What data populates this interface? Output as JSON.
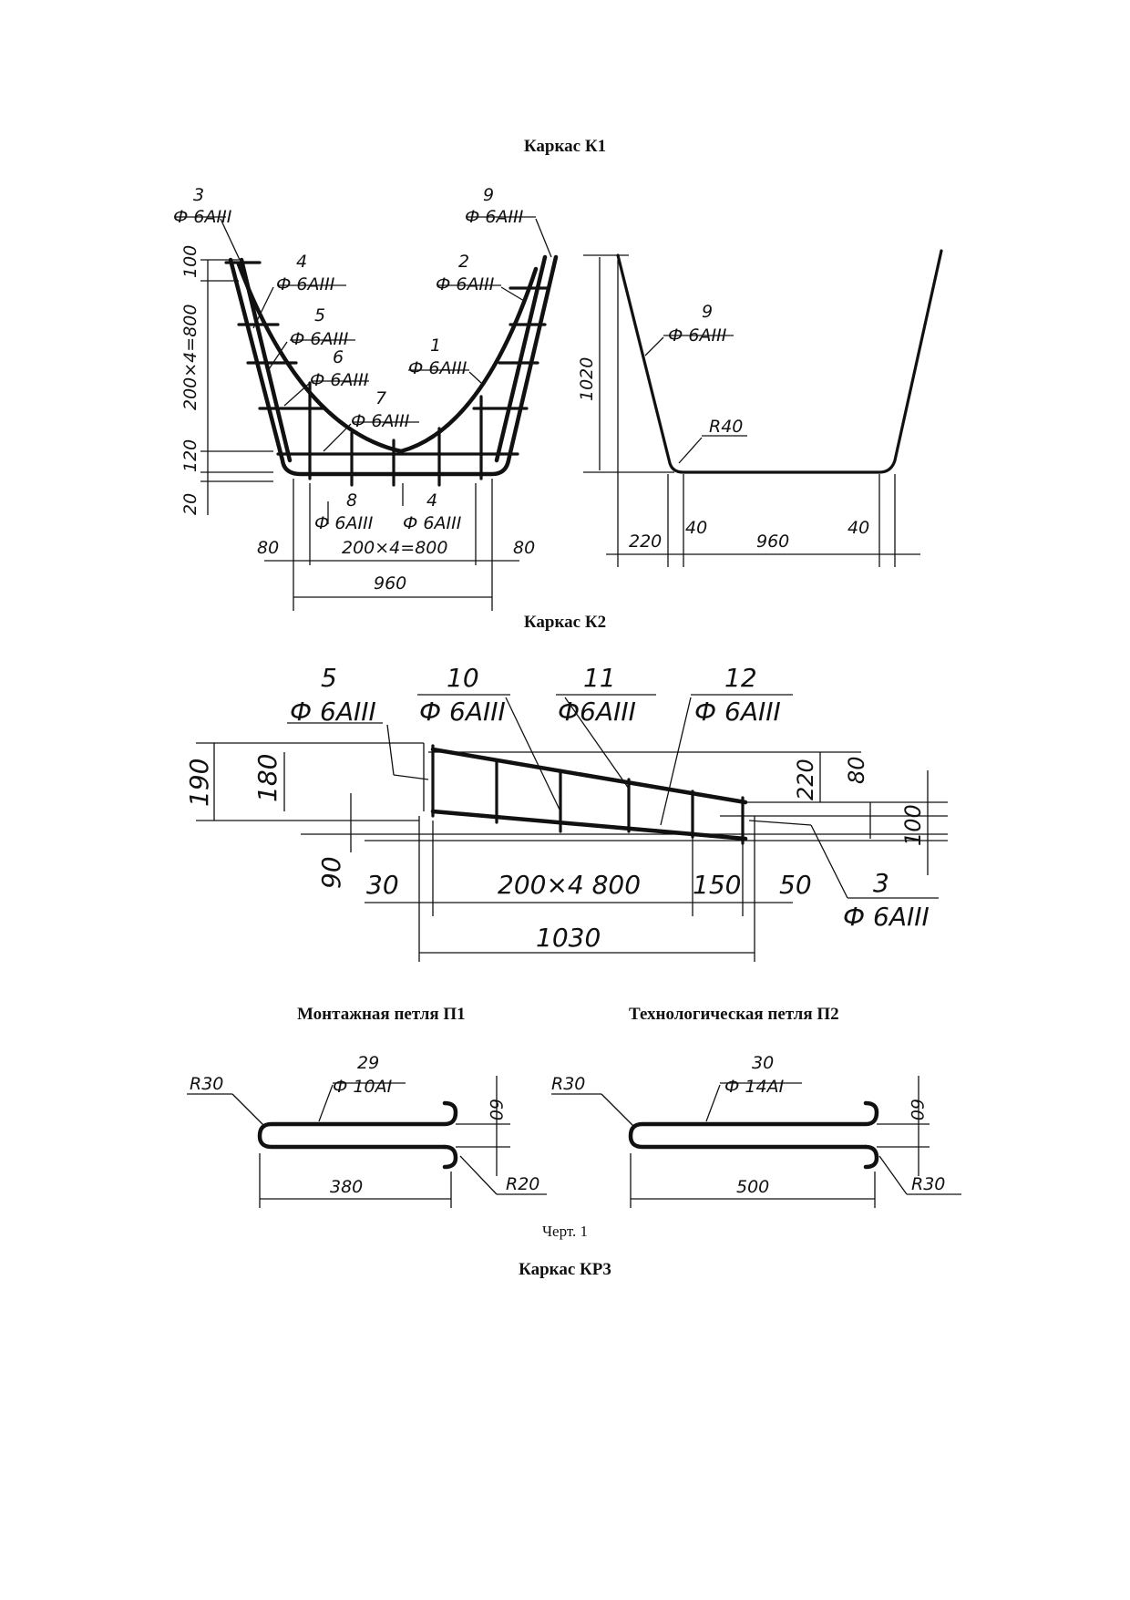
{
  "captions": {
    "k1": "Каркас К1",
    "k2": "Каркас К2",
    "p1": "Монтажная петля П1",
    "p2": "Технологическая петля П2",
    "fig": "Черт. 1",
    "kr3": "Каркас КР3"
  },
  "k1": {
    "marks": [
      {
        "num": "3",
        "spec": "Ф 6АIII"
      },
      {
        "num": "9",
        "spec": "Ф 6АIII"
      },
      {
        "num": "4",
        "spec": "Ф 6АIII"
      },
      {
        "num": "2",
        "spec": "Ф 6АIII"
      },
      {
        "num": "5",
        "spec": "Ф 6АIII"
      },
      {
        "num": "1",
        "spec": "Ф 6АIII"
      },
      {
        "num": "6",
        "spec": "Ф 6АIII"
      },
      {
        "num": "7",
        "spec": "Ф 6АIII"
      },
      {
        "num": "8",
        "spec": "Ф 6АIII"
      },
      {
        "num": "4",
        "spec": "Ф 6АIII"
      }
    ],
    "dims": {
      "top": "100",
      "vert": "200×4=800",
      "mid": "120",
      "bot": "20",
      "left80": "80",
      "right80": "80",
      "span": "200×4=800",
      "total": "960"
    },
    "side": {
      "mark_num": "9",
      "mark_spec": "Ф 6АIII",
      "height": "1020",
      "radius": "R40",
      "d220": "220",
      "d40a": "40",
      "d960": "960",
      "d40b": "40"
    }
  },
  "k2": {
    "marks": [
      {
        "num": "5",
        "spec": "Ф 6АIII"
      },
      {
        "num": "10",
        "spec": "Ф 6АIII"
      },
      {
        "num": "11",
        "spec": "Ф6АIII"
      },
      {
        "num": "12",
        "spec": "Ф 6АIII"
      },
      {
        "num": "3",
        "spec": "Ф 6АIII"
      }
    ],
    "dims": {
      "d190": "190",
      "d180": "180",
      "d90": "90",
      "d30": "30",
      "span": "200×4  800",
      "d150": "150",
      "d50": "50",
      "total": "1030",
      "d220": "220",
      "d80": "80",
      "d100": "100"
    }
  },
  "p1": {
    "radius": "R30",
    "num": "29",
    "spec": "Ф 10АI",
    "h": "60",
    "len": "380",
    "r2": "R20"
  },
  "p2": {
    "radius": "R30",
    "num": "30",
    "spec": "Ф 14АI",
    "h": "60",
    "len": "500",
    "r2": "R30"
  }
}
